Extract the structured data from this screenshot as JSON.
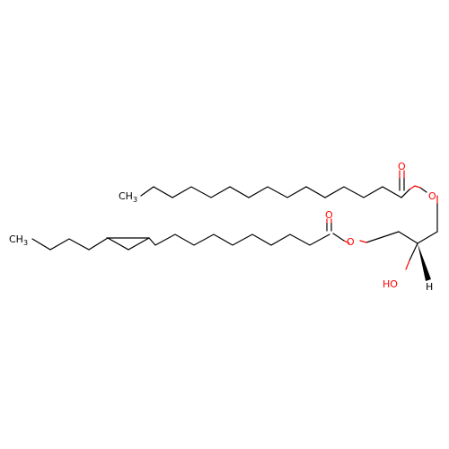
{
  "colors": {
    "carbon": "#000000",
    "oxygen": "#ff0000"
  },
  "atoms": {
    "ch3_top": {
      "main": "CH",
      "sub": "3"
    },
    "ch3_left": {
      "main": "CH",
      "sub": "3"
    },
    "o_carbonyl_top": "O",
    "o_ester_top": "O",
    "o_carbonyl_mid": "O",
    "o_ester_mid": "O",
    "hydroxyl": "HO",
    "stereo_h": "H"
  }
}
